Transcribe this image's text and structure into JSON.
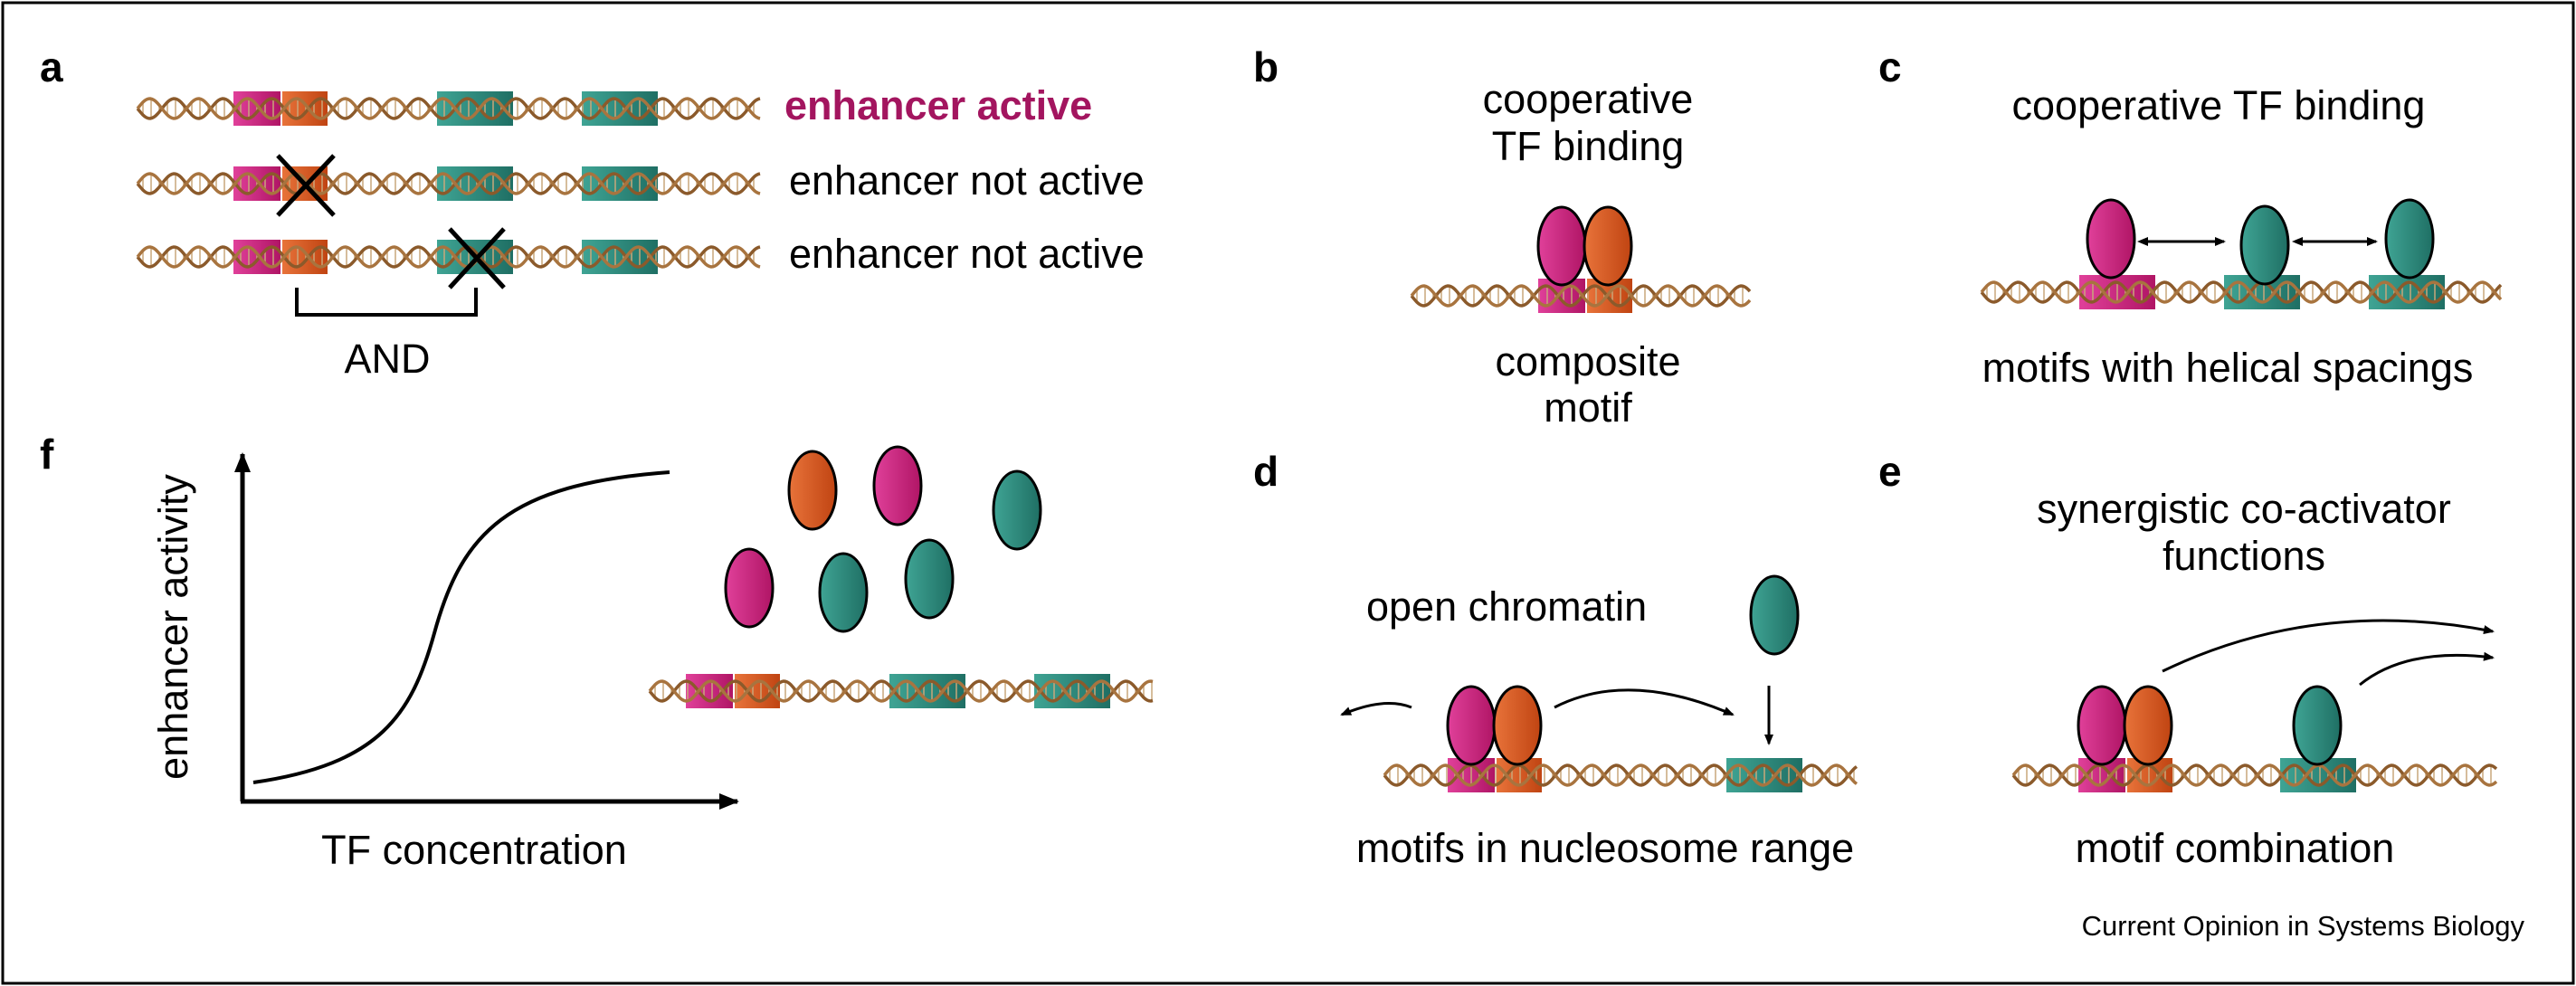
{
  "colors": {
    "magenta": "#cc1b7b",
    "orange": "#d9531e",
    "teal": "#2b8a7c",
    "dna": "#8b5a2b",
    "active_text": "#a3155f"
  },
  "panel_a": {
    "letter": "a",
    "row1_label": "enhancer active",
    "row2_label": "enhancer not active",
    "row3_label": "enhancer not active",
    "logic_label": "AND"
  },
  "panel_b": {
    "letter": "b",
    "title_line1": "cooperative",
    "title_line2": "TF binding",
    "caption_line1": "composite",
    "caption_line2": "motif"
  },
  "panel_c": {
    "letter": "c",
    "title": "cooperative TF binding",
    "caption": "motifs with helical spacings"
  },
  "panel_d": {
    "letter": "d",
    "label": "open chromatin",
    "caption": "motifs in nucleosome range"
  },
  "panel_e": {
    "letter": "e",
    "title_line1": "synergistic co-activator",
    "title_line2": "functions",
    "caption": "motif combination"
  },
  "panel_f": {
    "letter": "f",
    "y_axis_label": "enhancer activity",
    "x_axis_label": "TF concentration"
  },
  "credit": "Current Opinion in Systems Biology"
}
